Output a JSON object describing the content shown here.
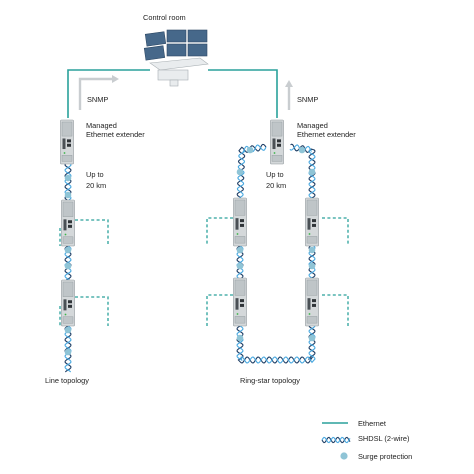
{
  "labels": {
    "control_room": "Control room",
    "snmp_left": "SNMP",
    "snmp_right": "SNMP",
    "extender_left_line1": "Managed",
    "extender_left_line2": "Ethernet extender",
    "extender_right_line1": "Managed",
    "extender_right_line2": "Ethernet extender",
    "distance_left_line1": "Up to",
    "distance_left_line2": "20 km",
    "distance_right_line1": "Up to",
    "distance_right_line2": "20 km",
    "line_topology": "Line topology",
    "ring_star_topology": "Ring-star topology"
  },
  "legend": {
    "ethernet": "Ethernet",
    "shdsl": "SHDSL (2-wire)",
    "surge": "Surge protection"
  },
  "colors": {
    "ethernet": "#2aa19b",
    "shdsl_dark": "#1f3f66",
    "shdsl_light": "#48a8e0",
    "surge_dot": "#8fc4d6",
    "snmp_arrow": "#c9cdd0",
    "monitor": "#46688a"
  }
}
